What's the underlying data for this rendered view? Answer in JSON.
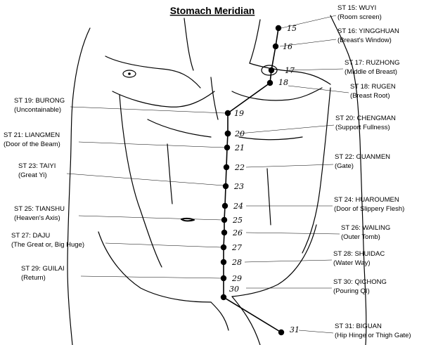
{
  "title": "Stomach Meridian",
  "points": [
    {
      "id": 15,
      "num": "15",
      "code": "ST 15: WUYI",
      "name": "(Room screen)"
    },
    {
      "id": 16,
      "num": "16",
      "code": "ST 16: YINGGHUAN",
      "name": "(Breast's Window)"
    },
    {
      "id": 17,
      "num": "17",
      "code": "ST 17: RUZHONG",
      "name": "(Middle of Breast)"
    },
    {
      "id": 18,
      "num": "18",
      "code": "ST 18: RUGEN",
      "name": "(Breast Root)"
    },
    {
      "id": 19,
      "num": "19",
      "code": "ST 19: BURONG",
      "name": "(Uncontainable)"
    },
    {
      "id": 20,
      "num": "20",
      "code": "ST 20: CHENGMAN",
      "name": "(Support Fullness)"
    },
    {
      "id": 21,
      "num": "21",
      "code": "ST 21: LIANGMEN",
      "name": "(Door of the Beam)"
    },
    {
      "id": 22,
      "num": "22",
      "code": "ST 22: GUANMEN",
      "name": "(Gate)"
    },
    {
      "id": 23,
      "num": "23",
      "code": "ST 23: TAIYI",
      "name": "(Great Yi)"
    },
    {
      "id": 24,
      "num": "24",
      "code": "ST 24: HUAROUMEN",
      "name": "(Door of Slippery Flesh)"
    },
    {
      "id": 25,
      "num": "25",
      "code": "ST 25: TIANSHU",
      "name": "(Heaven's Axis)"
    },
    {
      "id": 26,
      "num": "26",
      "code": "ST 26: WAILING",
      "name": "(Outer Tomb)"
    },
    {
      "id": 27,
      "num": "27",
      "code": "ST 27: DAJU",
      "name": "(The Great or, Big Huge)"
    },
    {
      "id": 28,
      "num": "28",
      "code": "ST 28: SHUIDAC",
      "name": "(Water Way)"
    },
    {
      "id": 29,
      "num": "29",
      "code": "ST 29: GUILAI",
      "name": "(Return)"
    },
    {
      "id": 30,
      "num": "30",
      "code": "ST 30: QICHONG",
      "name": "(Pouring QI)"
    },
    {
      "id": 31,
      "num": "31",
      "code": "ST 31: BIGUAN",
      "name": "(Hip Hinge or Thigh Gate)"
    }
  ]
}
